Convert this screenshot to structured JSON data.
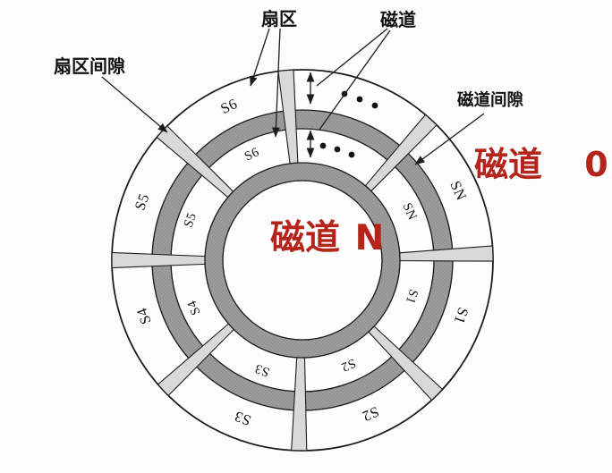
{
  "colors": {
    "paper": "#fcfcfc",
    "ink": "#1c1c1c",
    "band_gray": "#9b9b9b",
    "wedge_gray": "#d9d9d9",
    "accent_red": "#b5241b"
  },
  "diagram": {
    "callouts": {
      "sector": "扇区",
      "track": "磁道",
      "sector_gap": "扇区间隙",
      "track_gap": "磁道间隙"
    },
    "track_labels": {
      "track0": "磁道 0",
      "trackN": "磁道 N"
    },
    "sector_labels": [
      "S6",
      "S5",
      "S4",
      "S3",
      "S2",
      "S1",
      "SN"
    ],
    "ellipsis_dots_per_ring": 3
  }
}
